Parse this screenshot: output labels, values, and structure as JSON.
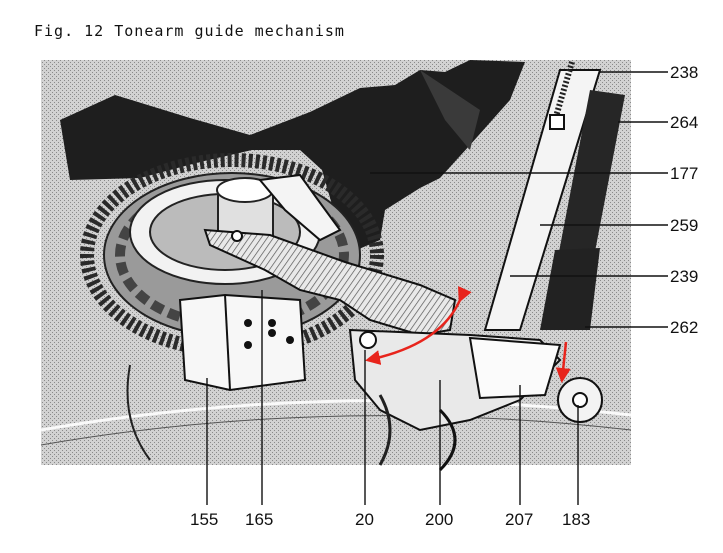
{
  "title": "Fig. 12 Tonearm guide mechanism",
  "right_labels": [
    "238",
    "264",
    "177",
    "259",
    "239",
    "262"
  ],
  "bottom_labels": [
    "155",
    "165",
    "20",
    "200",
    "207",
    "183"
  ],
  "colors": {
    "arrow": "#e8241c",
    "ink": "#111111",
    "stipple": "#bdbdbd"
  }
}
